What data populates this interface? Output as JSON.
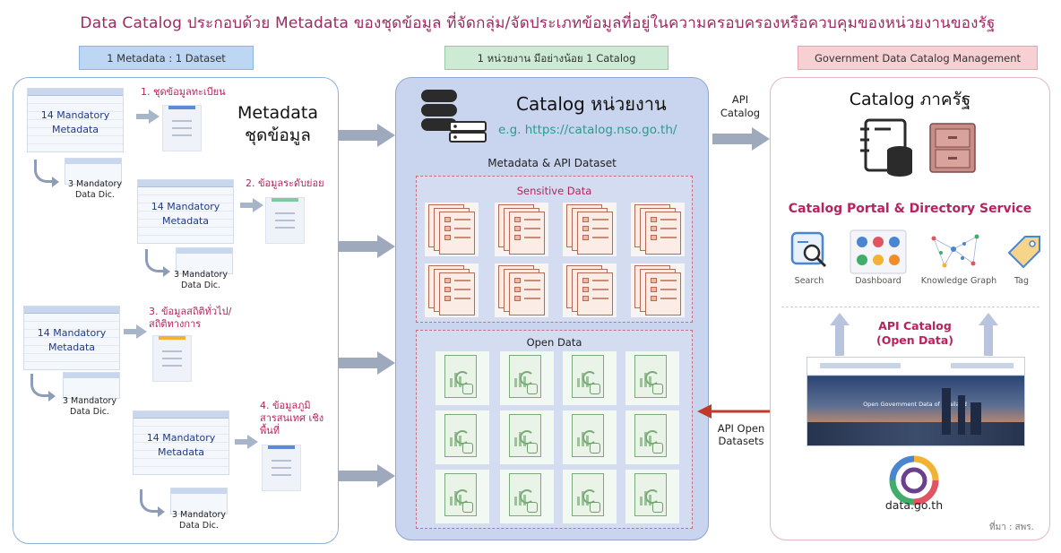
{
  "title": "Data Catalog ประกอบด้วย Metadata ของชุดข้อมูล ที่จัดกลุ่ม/จัดประเภทข้อมูลที่อยู่ในความครอบครองหรือควบคุมของหน่วยงานของรัฐ",
  "headers": {
    "left": "1 Metadata :  1  Dataset",
    "middle": "1 หน่วยงาน มีอย่างน้อย 1 Catalog",
    "right": "Government Data Catalog Management"
  },
  "left_panel": {
    "mandatory_metadata": "14 Mandatory Metadata",
    "mandatory_dic_line1": "3 Mandatory",
    "mandatory_dic_line2": "Data Dic.",
    "title_line1": "Metadata",
    "title_line2": "ชุดข้อมูล",
    "steps": [
      {
        "label": "1. ชุดข้อมูลทะเบียน",
        "color": "#5b8bd6"
      },
      {
        "label": "2. ข้อมูลระดับย่อย",
        "color": "#7fcba0"
      },
      {
        "label": "3. ข้อมูลสถิติทั่วไป/ สถิติทางการ",
        "color": "#f2b233"
      },
      {
        "label": "4. ข้อมูลภูมิ สารสนเทศ เชิงพื้นที่",
        "color": "#5b8bd6"
      }
    ]
  },
  "middle_panel": {
    "title": "Catalog หน่วยงาน",
    "url": "e.g. https://catalog.nso.go.th/",
    "subtitle": "Metadata & API Dataset",
    "sensitive_label": "Sensitive Data",
    "open_label": "Open Data"
  },
  "connectors": {
    "api_catalog": "API Catalog",
    "api_open_datasets": "API Open Datasets"
  },
  "right_panel": {
    "title": "Catalog ภาครัฐ",
    "service_title": "Catalog  Portal & Directory Service",
    "services": [
      "Search",
      "Dashboard",
      "Knowledge Graph",
      "Tag"
    ],
    "api_catalog_open": "API Catalog (Open Data)",
    "portal_caption": "Open Government Data of Thailand",
    "logo_text": "data.go.th",
    "source": "ที่มา : สพร."
  },
  "colors": {
    "title": "#9b2a63",
    "step": "#b5245e",
    "url": "#2f9a8a",
    "red_arrow": "#c0392b",
    "service_title": "#b5245e"
  }
}
